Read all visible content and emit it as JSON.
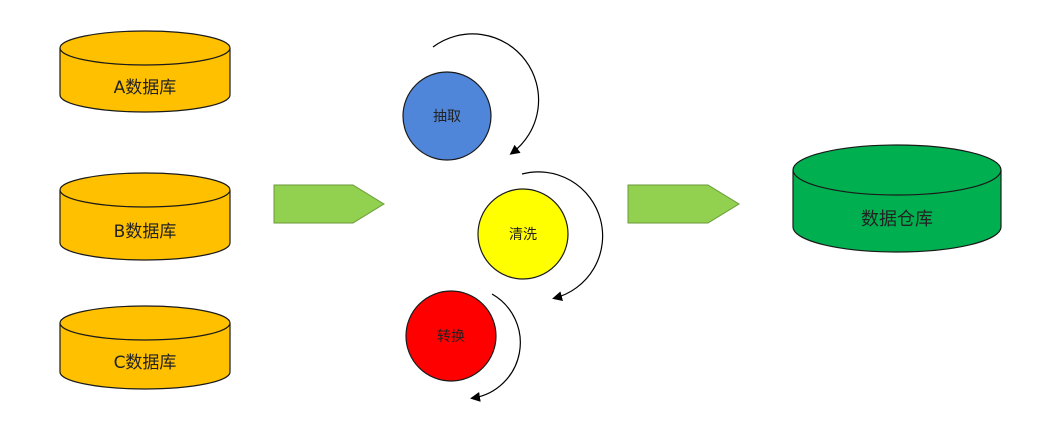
{
  "diagram": {
    "sources": [
      {
        "label": "A数据库",
        "color": "#ffc000"
      },
      {
        "label": "B数据库",
        "color": "#ffc000"
      },
      {
        "label": "C数据库",
        "color": "#ffc000"
      }
    ],
    "steps": [
      {
        "label": "抽取",
        "color": "#4f86d9"
      },
      {
        "label": "清洗",
        "color": "#ffff00"
      },
      {
        "label": "转换",
        "color": "#ff0000"
      }
    ],
    "warehouse": {
      "label": "数据仓库",
      "color": "#00b050"
    },
    "arrow_color": "#92d050",
    "outline_color": "#1a1a1a"
  }
}
